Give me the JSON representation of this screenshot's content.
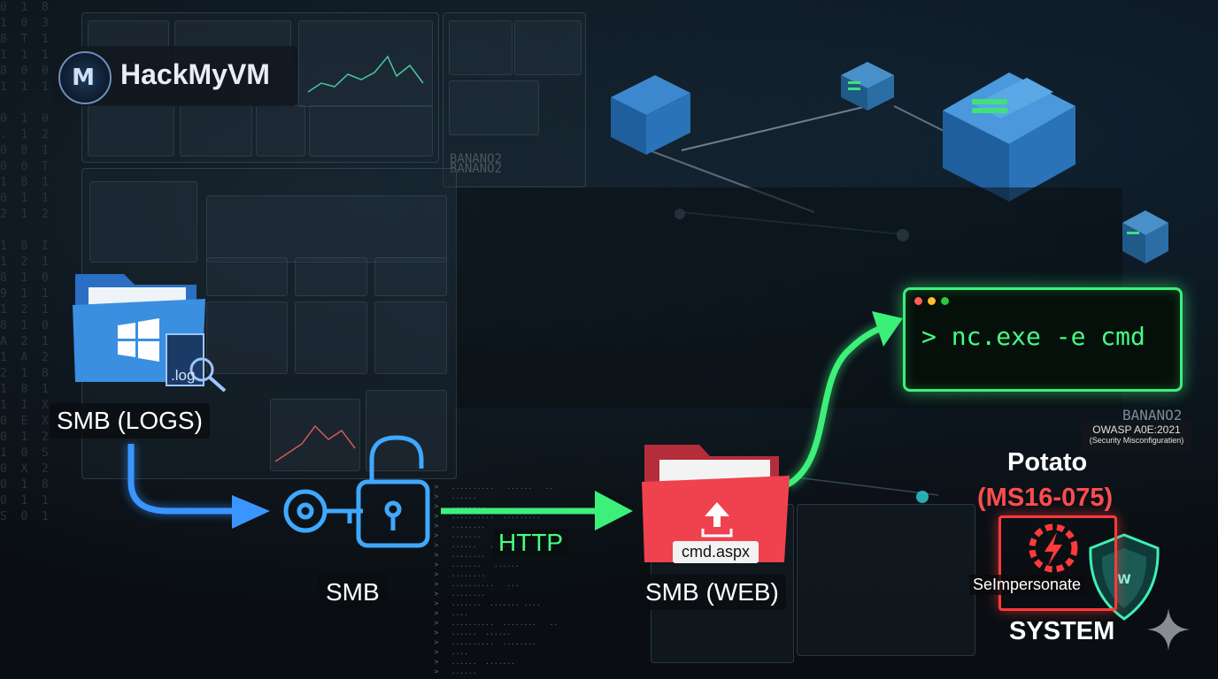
{
  "brand": {
    "name": "HackMyVM"
  },
  "nodes": {
    "smb_logs": {
      "label": "SMB (LOGS)",
      "file_badge": ".log"
    },
    "smb": {
      "label": "SMB"
    },
    "http": {
      "label": "HTTP"
    },
    "smb_web": {
      "label": "SMB (WEB)",
      "file": "cmd.aspx"
    },
    "terminal": {
      "command": "> nc.exe -e cmd"
    },
    "potato": {
      "title": "Potato",
      "cve": "(MS16-075)",
      "privilege": "SeImpersonate",
      "result": "SYSTEM"
    }
  },
  "owasp": {
    "code": "OWASP A0E:2021",
    "name": "(Security Misconfiguratien)"
  },
  "background_text": {
    "banano": "BANANO2"
  },
  "colors": {
    "blue_flow": "#2f8cff",
    "green_flow": "#3cf07a",
    "red_accent": "#ff3a3a",
    "folder_red": "#f0414f",
    "folder_blue": "#3a8fe0",
    "terminal_text": "#42ff86"
  },
  "icons": [
    "windows-folder-icon",
    "magnifier-icon",
    "key-icon",
    "padlock-icon",
    "upload-icon",
    "gear-lightning-icon",
    "shield-icon",
    "docker-container-icon",
    "sparkle-icon"
  ]
}
